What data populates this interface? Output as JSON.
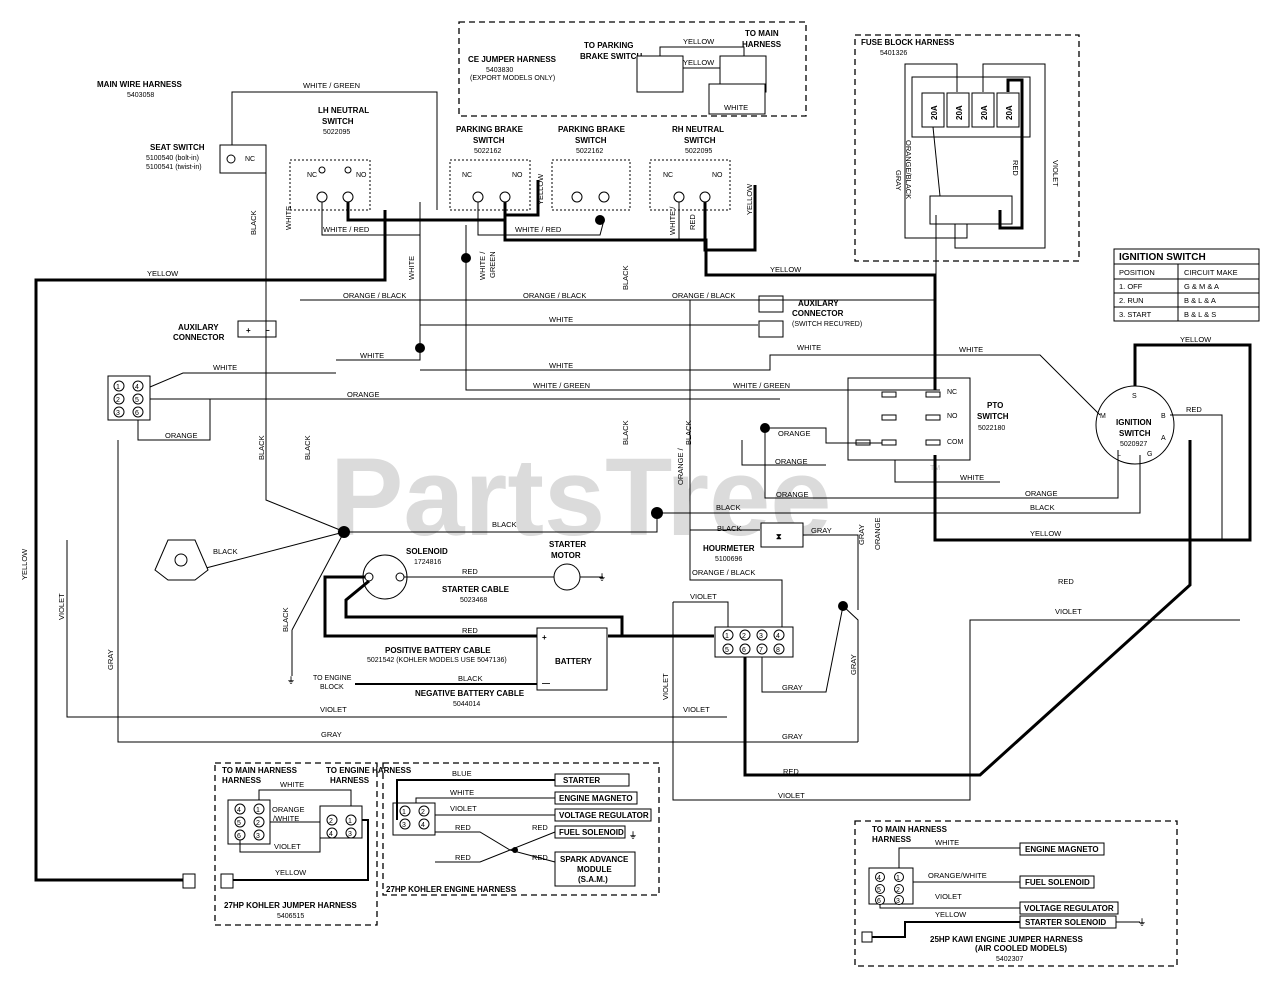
{
  "watermark": "PartsTree",
  "watermark_tm": "TM",
  "harness": {
    "main": {
      "title": "MAIN WIRE HARNESS",
      "part": "5403058"
    },
    "ce": {
      "title": "CE JUMPER HARNESS",
      "part": "5403830",
      "note": "(EXPORT MODELS ONLY)",
      "to_parking": "TO PARKING BRAKE SWITCH",
      "to_main": "TO MAIN HARNESS"
    },
    "fuse": {
      "title": "FUSE BLOCK HARNESS",
      "part": "5401326",
      "fuses": [
        "20A",
        "20A",
        "20A",
        "20A"
      ]
    },
    "kohler_jumper": {
      "title": "27HP KOHLER JUMPER HARNESS",
      "part": "5406515",
      "to_main": "TO MAIN HARNESS",
      "to_engine": "TO ENGINE HARNESS"
    },
    "kohler_engine": {
      "title": "27HP KOHLER ENGINE HARNESS"
    },
    "kawi": {
      "title": "25HP KAWI ENGINE JUMPER HARNESS",
      "note": "(AIR COOLED MODELS)",
      "part": "5402307",
      "to_main": "TO MAIN HARNESS"
    }
  },
  "components": {
    "seat": {
      "title": "SEAT SWITCH",
      "part1": "5100540 (bolt-in)",
      "part2": "5100541 (twist-in)",
      "nc": "NC"
    },
    "lh_neutral": {
      "title1": "LH NEUTRAL",
      "title2": "SWITCH",
      "part": "5022095"
    },
    "park1": {
      "title1": "PARKING BRAKE",
      "title2": "SWITCH",
      "part": "5022162"
    },
    "park2": {
      "title1": "PARKING BRAKE",
      "title2": "SWITCH",
      "part": "5022162"
    },
    "rh_neutral": {
      "title1": "RH NEUTRAL",
      "title2": "SWITCH",
      "part": "5022095"
    },
    "aux_left": {
      "title1": "AUXILARY",
      "title2": "CONNECTOR"
    },
    "aux_right": {
      "title1": "AUXILARY",
      "title2": "CONNECTOR",
      "note": "(SWITCH RECU'RED)"
    },
    "pto": {
      "title1": "PTO",
      "title2": "SWITCH",
      "part": "5022180",
      "nc": "NC",
      "no": "NO",
      "com": "COM"
    },
    "ignition_switch": {
      "title1": "IGNITION",
      "title2": "SWITCH",
      "part": "5020927",
      "pins": [
        "S",
        "B",
        "M",
        "A",
        "L",
        "G"
      ]
    },
    "hourmeter": {
      "title": "HOURMETER",
      "part": "5100696"
    },
    "solenoid": {
      "title": "SOLENOID",
      "part": "1724816"
    },
    "starter_motor": {
      "title1": "STARTER",
      "title2": "MOTOR"
    },
    "starter_cable": {
      "title": "STARTER CABLE",
      "part": "5023468"
    },
    "pos_cable": {
      "title": "POSITIVE BATTERY CABLE",
      "part": "5021542 (KOHLER MODELS USE 5047136)"
    },
    "neg_cable": {
      "title": "NEGATIVE BATTERY CABLE",
      "part": "5044014"
    },
    "battery": {
      "title": "BATTERY",
      "plus": "+",
      "minus": "—"
    },
    "engine_block": {
      "line1": "TO ENGINE",
      "line2": "BLOCK"
    },
    "switch_terms": {
      "nc": "NC",
      "no": "NO"
    }
  },
  "ignition_table": {
    "title": "IGNITION SWITCH",
    "headers": [
      "POSITION",
      "CIRCUIT MAKE"
    ],
    "rows": [
      [
        "1. OFF",
        "G & M & A"
      ],
      [
        "2. RUN",
        "B & L & A"
      ],
      [
        "3. START",
        "B & L & S"
      ]
    ]
  },
  "kohler_engine_outputs": [
    "STARTER",
    "ENGINE MAGNETO",
    "VOLTAGE REGULATOR",
    "FUEL SOLENOID",
    "SPARK ADVANCE",
    "MODULE",
    "(S.A.M.)"
  ],
  "kawi_outputs": [
    "ENGINE MAGNETO",
    "FUEL SOLENOID",
    "VOLTAGE REGULATOR",
    "STARTER SOLENOID"
  ],
  "wires": {
    "white": "WHITE",
    "black": "BLACK",
    "yellow": "YELLOW",
    "red": "RED",
    "gray": "GRAY",
    "violet": "VIOLET",
    "orange": "ORANGE",
    "blue": "BLUE",
    "white_green": "WHITE / GREEN",
    "white_red": "WHITE / RED",
    "orange_black": "ORANGE / BLACK",
    "orange_black_tight": "ORANGE/BLACK",
    "orange_white": "ORANGE /WHITE",
    "orange_white_tight": "ORANGE/WHITE",
    "white_stack": "WHITE /",
    "green_stack": "GREEN",
    "red_stack": "RED",
    "orange_stack": "ORANGE /",
    "black_stack": "BLACK"
  },
  "pins": [
    "1",
    "2",
    "3",
    "4",
    "5",
    "6",
    "7",
    "8"
  ]
}
